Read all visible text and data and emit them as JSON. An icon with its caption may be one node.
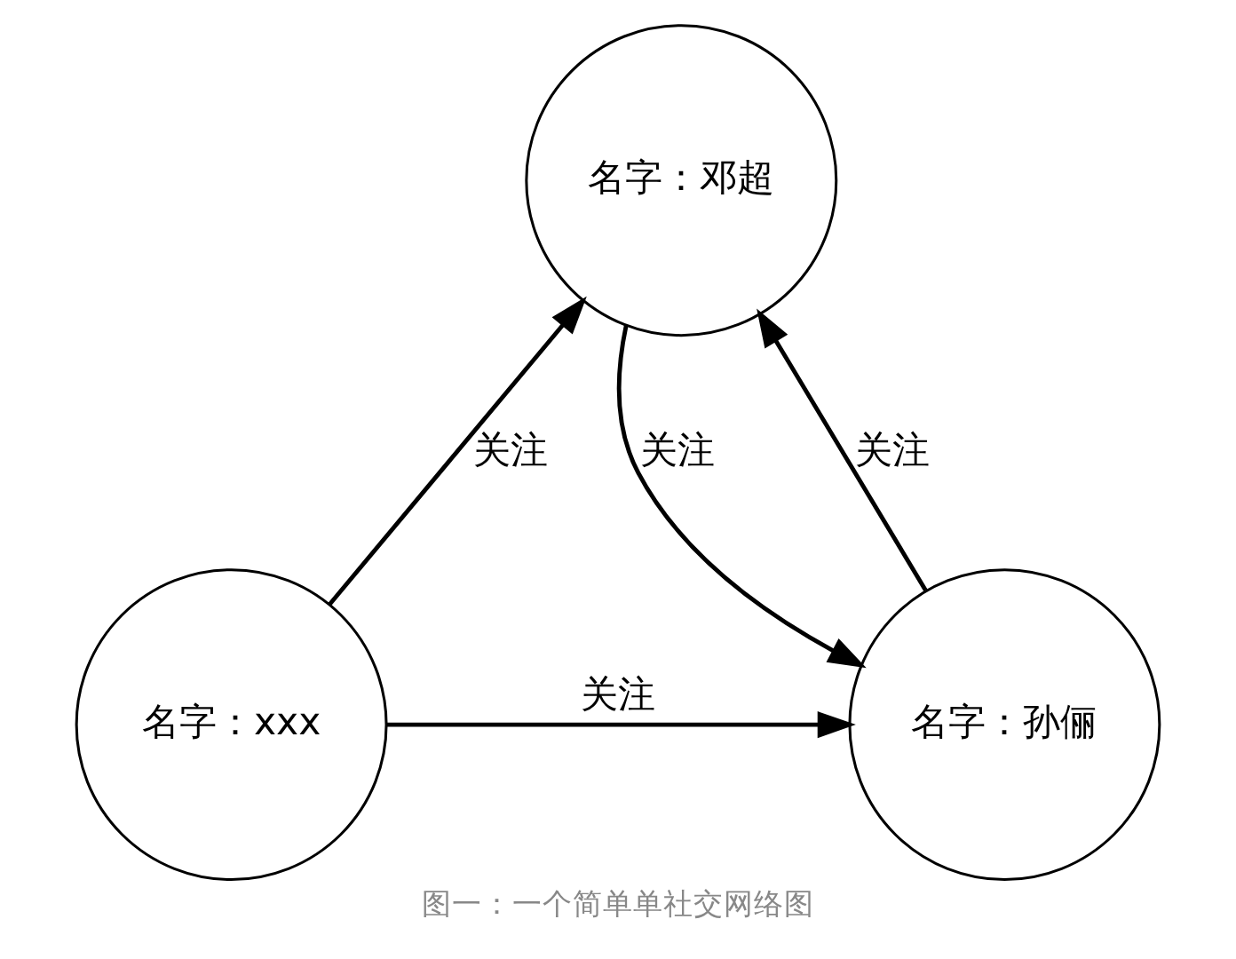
{
  "diagram": {
    "caption": "图一：一个简单单社交网络图",
    "nodes": [
      {
        "text": [
          "名字：邓超"
        ]
      },
      {
        "text": [
          "名字：xxx"
        ]
      },
      {
        "text": [
          "名字：孙俪"
        ]
      }
    ],
    "edges": [
      {
        "from": 1,
        "to": 0,
        "arrow": "to",
        "label": "关注"
      },
      {
        "from": 0,
        "to": 2,
        "arrow": "to",
        "label": "关注"
      },
      {
        "from": 2,
        "to": 0,
        "arrow": "to",
        "label": "关注"
      },
      {
        "from": 1,
        "to": 2,
        "arrow": "to",
        "label": "关注"
      }
    ]
  }
}
